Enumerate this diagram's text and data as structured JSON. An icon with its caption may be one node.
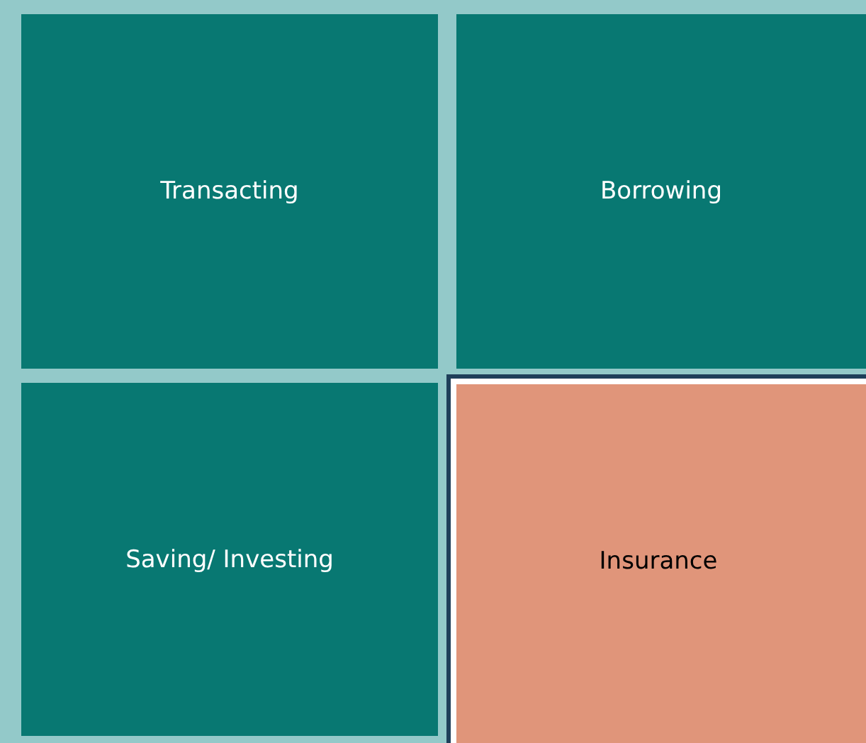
{
  "diagram": {
    "nodes": [
      {
        "text": [
          "Transacting"
        ]
      },
      {
        "text": [
          "Borrowing"
        ]
      },
      {
        "text": [
          "Saving/ Investing"
        ]
      },
      {
        "text": [
          "Insurance"
        ]
      }
    ]
  }
}
